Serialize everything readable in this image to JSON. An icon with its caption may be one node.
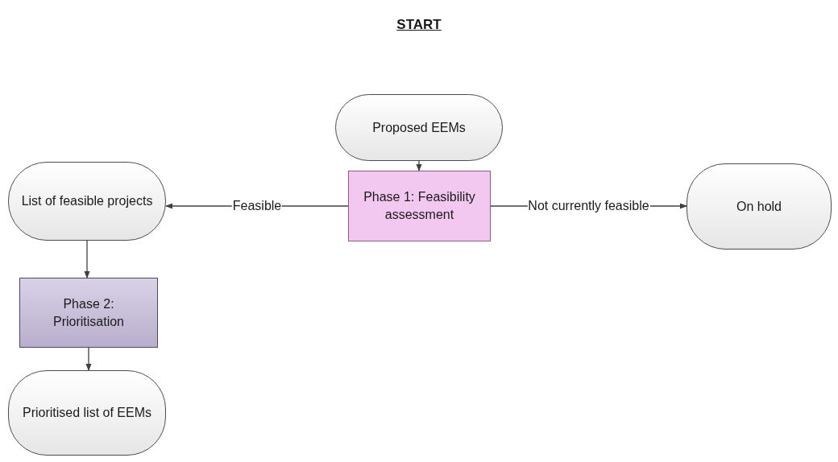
{
  "diagram": {
    "title": "START",
    "nodes": [
      {
        "text": [
          "Proposed EEMs"
        ]
      },
      {
        "text": [
          "Phase 1: Feasibility assessment"
        ]
      },
      {
        "text": [
          "List of feasible projects"
        ]
      },
      {
        "text": [
          "On hold"
        ]
      },
      {
        "text": [
          "Phase 2: Prioritisation"
        ]
      },
      {
        "text": [
          "Prioritised list of EEMs"
        ]
      }
    ],
    "edges": [
      {
        "from": 0,
        "to": 1,
        "arrow": "to"
      },
      {
        "from": 1,
        "to": 2,
        "arrow": "to",
        "label": "Feasible"
      },
      {
        "from": 1,
        "to": 3,
        "arrow": "to",
        "label": "Not currently feasible"
      },
      {
        "from": 2,
        "to": 4,
        "arrow": "to"
      },
      {
        "from": 4,
        "to": 5,
        "arrow": "to"
      }
    ]
  }
}
